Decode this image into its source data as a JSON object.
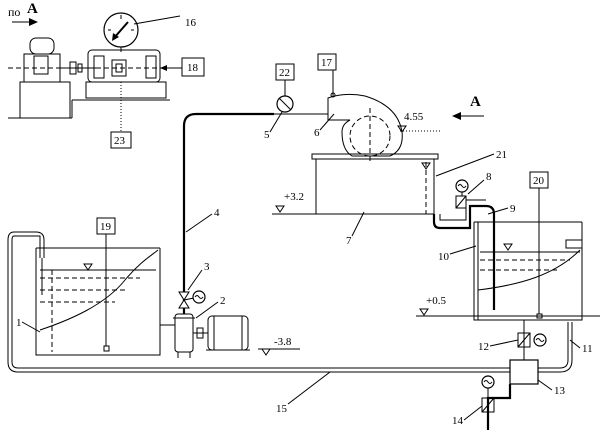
{
  "view_label_prefix": "по",
  "view_label_letter": "A",
  "arrow_letter": "A",
  "levels": {
    "upper_tank_top": "4.55",
    "upper_tank_floor": "+3.2",
    "right_tank_floor": "+0.5",
    "pump_level": "-3.8"
  },
  "boxed_labels": [
    "16",
    "17",
    "18",
    "19",
    "20",
    "22",
    "23"
  ],
  "labels": [
    "1",
    "2",
    "3",
    "4",
    "5",
    "6",
    "7",
    "8",
    "9",
    "10",
    "11",
    "12",
    "13",
    "14",
    "15",
    "21"
  ]
}
